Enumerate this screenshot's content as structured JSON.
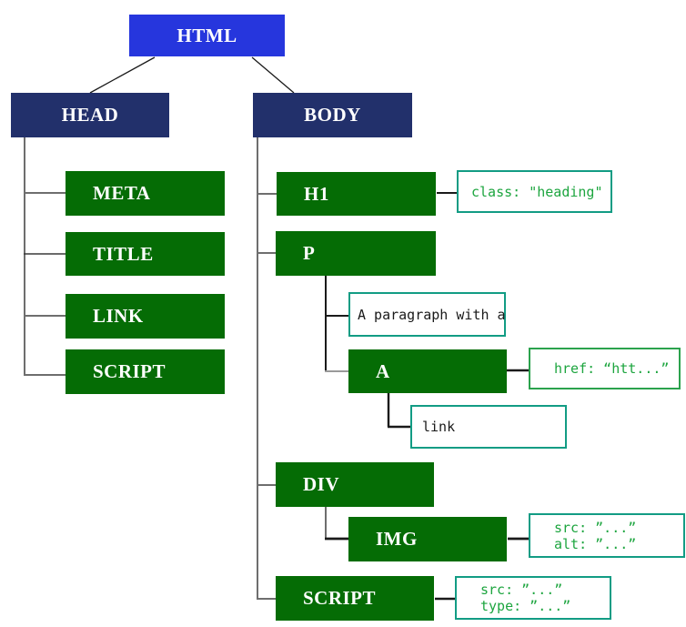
{
  "diagram": {
    "kind": "html-dom-tree",
    "colors": {
      "root_fill": "#2636dd",
      "branch_fill": "#22306b",
      "element_fill": "#056c05",
      "node_text": "#ffffff",
      "note_border_teal": "#129c84",
      "note_border_green": "#2ba24d",
      "note_text_green": "#1da53f",
      "note_text_black": "#1a1a1a",
      "wire_gray": "#6e6e6e",
      "wire_black": "#1a1a1a"
    },
    "tree": {
      "root": {
        "label": "HTML"
      },
      "head": {
        "label": "HEAD",
        "children": [
          {
            "label": "META"
          },
          {
            "label": "TITLE"
          },
          {
            "label": "LINK"
          },
          {
            "label": "SCRIPT"
          }
        ]
      },
      "body": {
        "label": "BODY",
        "children": [
          {
            "label": "H1",
            "attributes": "class: \"heading\""
          },
          {
            "label": "P",
            "text": "A paragraph with a",
            "children": [
              {
                "label": "A",
                "attributes": "href: “htt...”",
                "text": "link"
              }
            ]
          },
          {
            "label": "DIV",
            "children": [
              {
                "label": "IMG",
                "attributes": [
                  "src: ”...”",
                  "alt: ”...”"
                ]
              }
            ]
          },
          {
            "label": "SCRIPT",
            "attributes": [
              "src: ”...”",
              "type: ”...”"
            ]
          }
        ]
      }
    }
  }
}
